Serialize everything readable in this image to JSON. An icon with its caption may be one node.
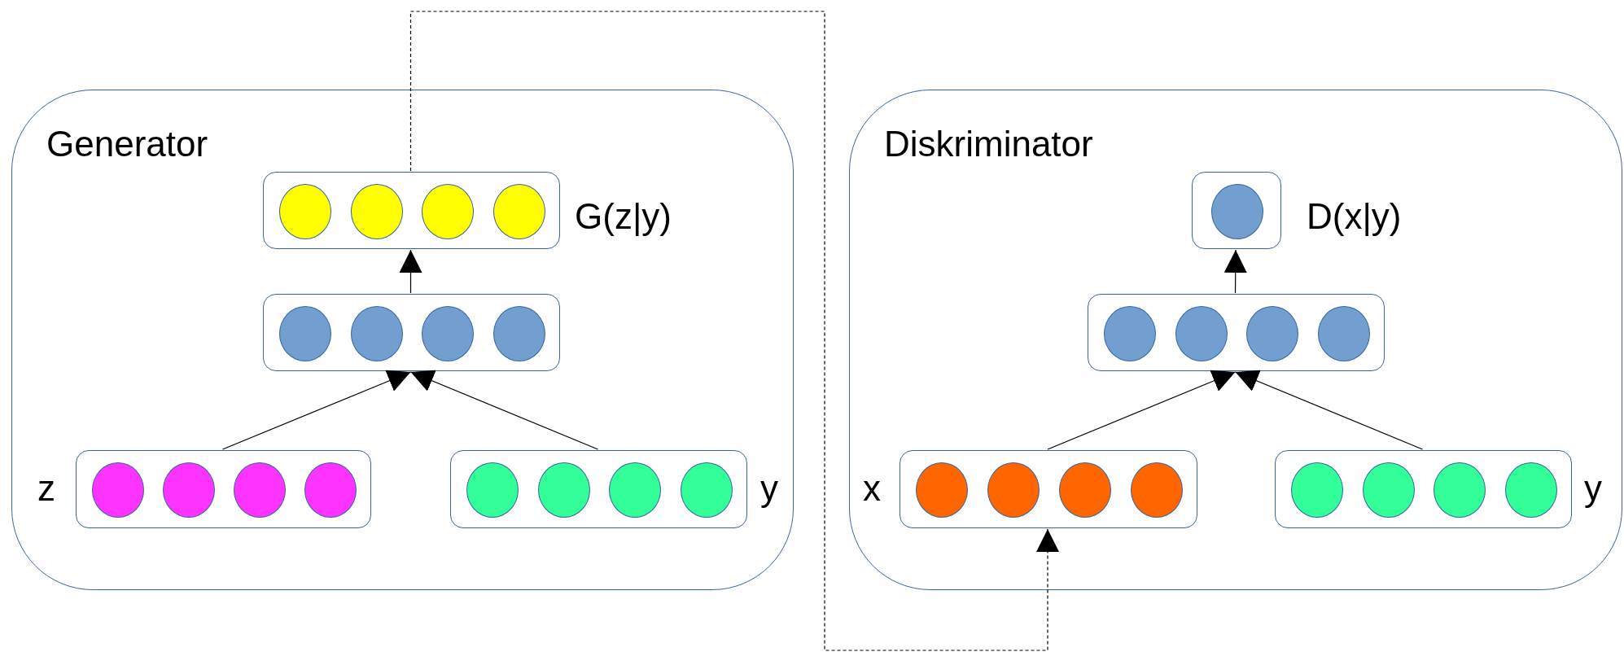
{
  "diagram": {
    "nodes": [
      {
        "text": [
          "Generator"
        ]
      },
      {
        "text": [],
        "shape": "box",
        "in": 0,
        "beside": [
          "G(z|y)"
        ]
      },
      {
        "text": [],
        "shape": "circle",
        "in": 1
      },
      {
        "text": [],
        "shape": "circle",
        "in": 1
      },
      {
        "text": [],
        "shape": "circle",
        "in": 1
      },
      {
        "text": [],
        "shape": "circle",
        "in": 1
      },
      {
        "text": [],
        "shape": "box",
        "in": 0
      },
      {
        "text": [],
        "shape": "circle",
        "in": 6
      },
      {
        "text": [],
        "shape": "circle",
        "in": 6
      },
      {
        "text": [],
        "shape": "circle",
        "in": 6
      },
      {
        "text": [],
        "shape": "circle",
        "in": 6
      },
      {
        "text": [],
        "shape": "box",
        "in": 0,
        "beside": [
          "z"
        ]
      },
      {
        "text": [],
        "shape": "circle",
        "in": 11
      },
      {
        "text": [],
        "shape": "circle",
        "in": 11
      },
      {
        "text": [],
        "shape": "circle",
        "in": 11
      },
      {
        "text": [],
        "shape": "circle",
        "in": 11
      },
      {
        "text": [],
        "shape": "box",
        "in": 0,
        "beside": [
          "y"
        ]
      },
      {
        "text": [],
        "shape": "circle",
        "in": 16
      },
      {
        "text": [],
        "shape": "circle",
        "in": 16
      },
      {
        "text": [],
        "shape": "circle",
        "in": 16
      },
      {
        "text": [],
        "shape": "circle",
        "in": 16
      },
      {
        "text": [
          "Diskriminator"
        ]
      },
      {
        "text": [],
        "shape": "box",
        "in": 21,
        "beside": [
          "D(x|y)"
        ]
      },
      {
        "text": [],
        "shape": "circle",
        "in": 22
      },
      {
        "text": [],
        "shape": "box",
        "in": 21
      },
      {
        "text": [],
        "shape": "circle",
        "in": 24
      },
      {
        "text": [],
        "shape": "circle",
        "in": 24
      },
      {
        "text": [],
        "shape": "circle",
        "in": 24
      },
      {
        "text": [],
        "shape": "circle",
        "in": 24
      },
      {
        "text": [],
        "shape": "box",
        "in": 21,
        "beside": [
          "x"
        ]
      },
      {
        "text": [],
        "shape": "circle",
        "in": 29
      },
      {
        "text": [],
        "shape": "circle",
        "in": 29
      },
      {
        "text": [],
        "shape": "circle",
        "in": 29
      },
      {
        "text": [],
        "shape": "circle",
        "in": 29
      },
      {
        "text": [],
        "shape": "box",
        "in": 21,
        "beside": [
          "y"
        ]
      },
      {
        "text": [],
        "shape": "circle",
        "in": 34
      },
      {
        "text": [],
        "shape": "circle",
        "in": 34
      },
      {
        "text": [],
        "shape": "circle",
        "in": 34
      },
      {
        "text": [],
        "shape": "circle",
        "in": 34
      }
    ],
    "edges": [
      {
        "from": 11,
        "to": 6,
        "arrow": "to"
      },
      {
        "from": 16,
        "to": 6,
        "arrow": "to"
      },
      {
        "from": 6,
        "to": 1,
        "arrow": "to"
      },
      {
        "from": 1,
        "to": 29,
        "arrow": "to",
        "style": "dashed"
      },
      {
        "from": 29,
        "to": 24,
        "arrow": "to"
      },
      {
        "from": 34,
        "to": 24,
        "arrow": "to"
      },
      {
        "from": 24,
        "to": 22,
        "arrow": "to"
      }
    ]
  }
}
